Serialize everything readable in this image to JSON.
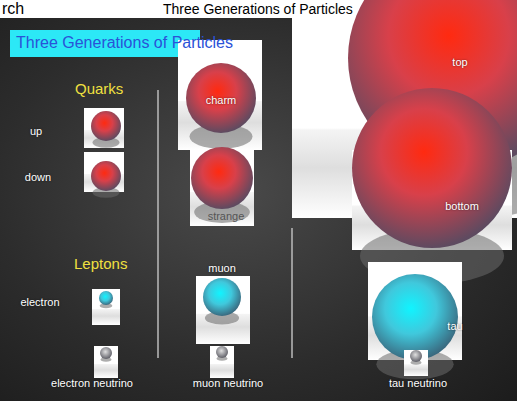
{
  "diagram": {
    "title": "Three Generations of Particles",
    "nodes": [
      {
        "text": [
          "Three Generations of Particles"
        ]
      },
      {
        "text": [
          "up"
        ]
      },
      {
        "text": [
          "down"
        ]
      },
      {
        "text": [
          "charm"
        ]
      },
      {
        "text": [
          "strange"
        ]
      },
      {
        "text": [
          "top"
        ]
      },
      {
        "text": [
          "bottom"
        ]
      },
      {
        "text": [
          "electron"
        ]
      },
      {
        "text": [
          "muon"
        ]
      },
      {
        "text": [
          "tau"
        ]
      },
      {
        "text": [
          "electron neutrino"
        ]
      },
      {
        "text": [
          "muon neutrino"
        ]
      },
      {
        "text": [
          "tau neutrino"
        ]
      }
    ],
    "labels": [
      "rch",
      "Quarks",
      "Leptons"
    ]
  }
}
